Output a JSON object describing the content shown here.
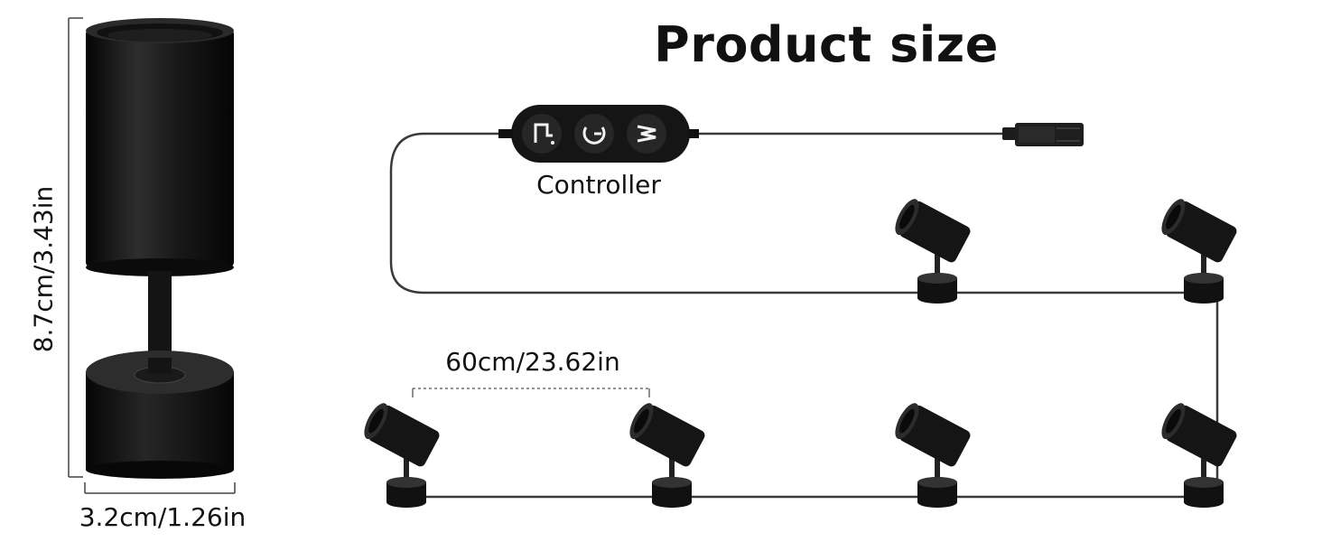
{
  "title": "Product size",
  "labels": {
    "controller": "Controller",
    "spacing": "60cm/23.62in",
    "height": "8.7cm/3.43in",
    "width": "3.2cm/1.26in"
  },
  "controller_icons": [
    "brightness-icon",
    "power-icon",
    "mode-icon"
  ],
  "spotlight_count": 6,
  "colors": {
    "product": "#1b1b1b",
    "cable": "#3a3a3a",
    "dimension": "#444444"
  }
}
